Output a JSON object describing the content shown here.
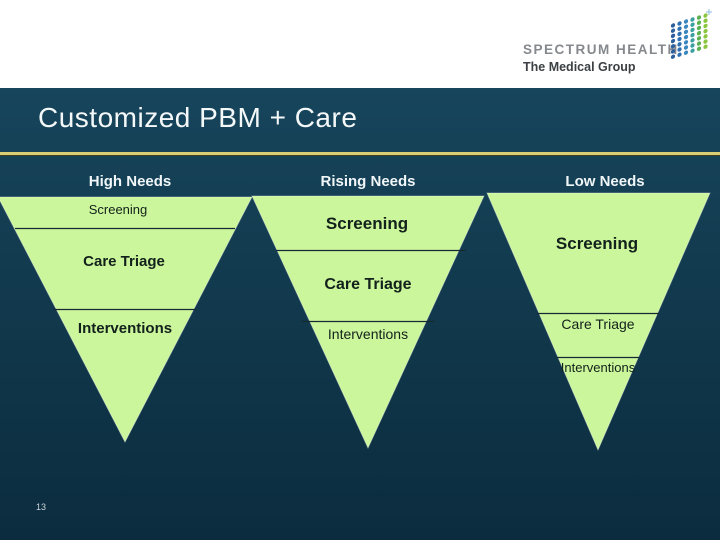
{
  "title": "Customized PBM + Care",
  "logo": {
    "brand": "SPECTRUM HEALTH",
    "tagline": "The Medical Group"
  },
  "page_number": "13",
  "funnels": [
    {
      "header": "High Needs",
      "stages": [
        "Screening",
        "Care Triage",
        "Interventions"
      ]
    },
    {
      "header": "Rising Needs",
      "stages": [
        "Screening",
        "Care Triage",
        "Interventions"
      ]
    },
    {
      "header": "Low Needs",
      "stages": [
        "Screening",
        "Care Triage",
        "Interventions"
      ]
    }
  ],
  "colors": {
    "background_navy": "#123a4e",
    "funnel_green": "#ccf69b",
    "accent_yellow": "#d8ce74",
    "header_band_white": "#ffffff",
    "divider_line": "#162830"
  }
}
